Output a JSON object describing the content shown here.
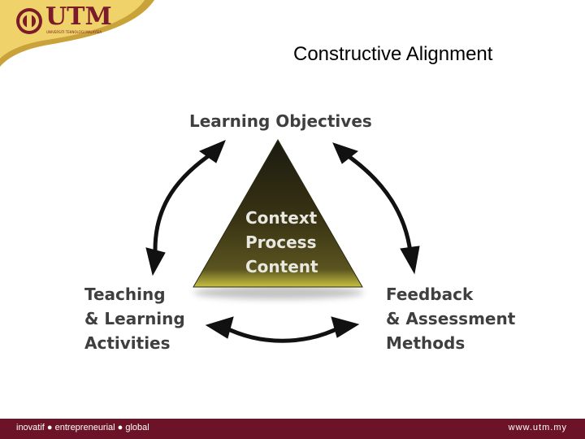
{
  "brand": {
    "name": "UTM",
    "subtitle": "UNIVERSITI TEKNOLOGI MALAYSIA",
    "colors": {
      "maroon": "#6d1327",
      "gold": "#d9a520"
    }
  },
  "slide": {
    "title": "Constructive Alignment"
  },
  "diagram": {
    "nodes": {
      "top": {
        "label": "Learning Objectives"
      },
      "left": {
        "lines": [
          "Teaching",
          "& Learning",
          "Activities"
        ]
      },
      "right": {
        "lines": [
          "Feedback",
          "& Assessment",
          "Methods"
        ]
      }
    },
    "center": {
      "lines": [
        "Context",
        "Process",
        "Content"
      ]
    },
    "arrows": [
      "top-left bidirectional",
      "top-right bidirectional",
      "bottom bidirectional"
    ]
  },
  "footer": {
    "tagline": "inovatif ● entrepreneurial ● global",
    "url": "www.utm.my"
  }
}
